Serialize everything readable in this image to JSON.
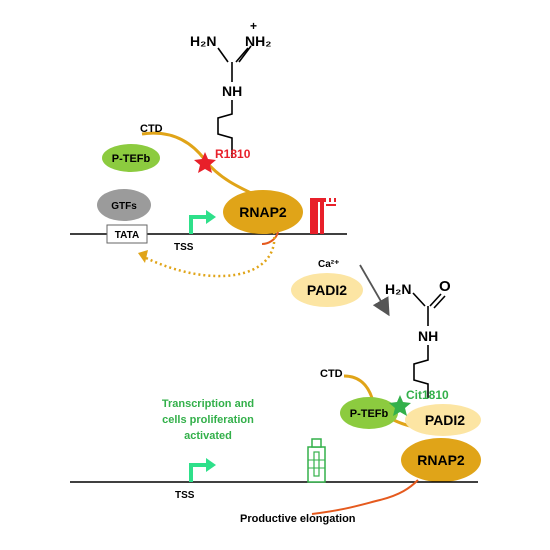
{
  "top": {
    "chem_h2n": "H₂N",
    "chem_nh2": "NH₂",
    "chem_plus": "+",
    "chem_nh": "NH",
    "ctd_label": "CTD",
    "residue_label": "R1810",
    "ptefb_label": "P-TEFb",
    "gtfs_label": "GTFs",
    "tata_label": "TATA",
    "tss_label": "TSS",
    "rnap2_label": "RNAP2",
    "calcium_label": "Ca²⁺",
    "padi2_label": "PADI2"
  },
  "bottom": {
    "chem_h2n": "H₂N",
    "chem_o": "O",
    "chem_nh": "NH",
    "ctd_label": "CTD",
    "residue_label": "Cit1810",
    "ptefb_label": "P-TEFb",
    "padi2_label": "PADI2",
    "rnap2_label": "RNAP2",
    "tss_label": "TSS",
    "status_line1": "Transcription and",
    "status_line2": "cells proliferation",
    "status_line3": "activated",
    "elongation_label": "Productive elongation"
  },
  "colors": {
    "rnap2": "#E0A418",
    "ctd_tail": "#E0A418",
    "ptefb": "#8CCB3F",
    "padi2": "#FCE5A3",
    "gtfs": "#9B9B9B",
    "arginine_star": "#E8202A",
    "citrulline_star": "#33B04A",
    "tss_arrow": "#2EE08A",
    "rna": "#E55A1E",
    "active_text": "#33B04A",
    "arginine_text": "#E8202A",
    "pause_block": "#E8202A"
  }
}
